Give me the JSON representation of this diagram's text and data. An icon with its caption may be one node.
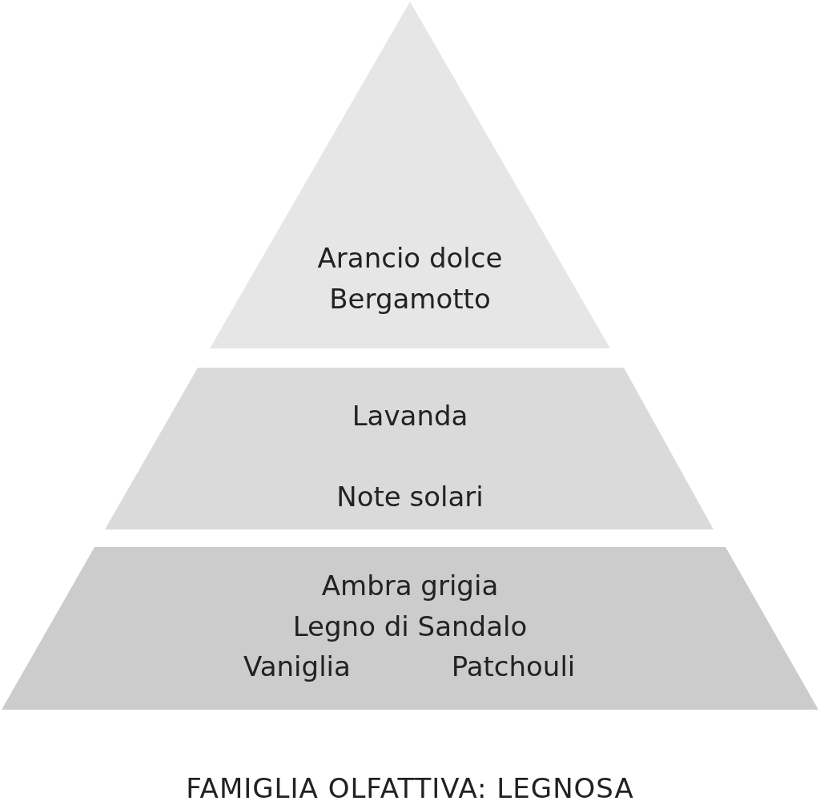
{
  "diagram": {
    "caption": "FAMIGLIA OLFATTIVA: LEGNOSA",
    "nodes": [
      {
        "text": [
          "Arancio dolce",
          "Bergamotto"
        ]
      },
      {
        "text": [
          "Lavanda",
          "Note solari"
        ]
      },
      {
        "text": [
          "Ambra grigia",
          "Legno di Sandalo",
          "Vaniglia",
          "Patchouli"
        ]
      }
    ]
  }
}
